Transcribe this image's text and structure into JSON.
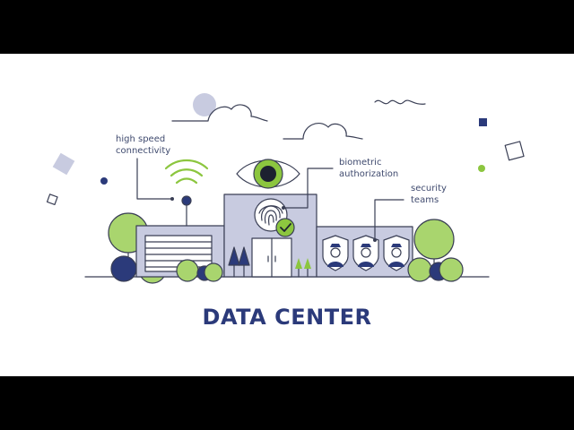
{
  "title": "DATA CENTER",
  "labels": {
    "connectivity": "high speed\nconnectivity",
    "biometric": "biometric\nauthorization",
    "security": "security\nteams"
  },
  "colors": {
    "navy": "#2b3a7a",
    "green": "#8cc63f",
    "lavender": "#c8cbe0",
    "outline": "#3a3f55",
    "text": "#3f4a6e"
  },
  "icons": [
    "wifi-icon",
    "eye-icon",
    "fingerprint-icon",
    "checkmark-icon",
    "security-guard-icon",
    "cloud-icon",
    "tree-icon"
  ]
}
